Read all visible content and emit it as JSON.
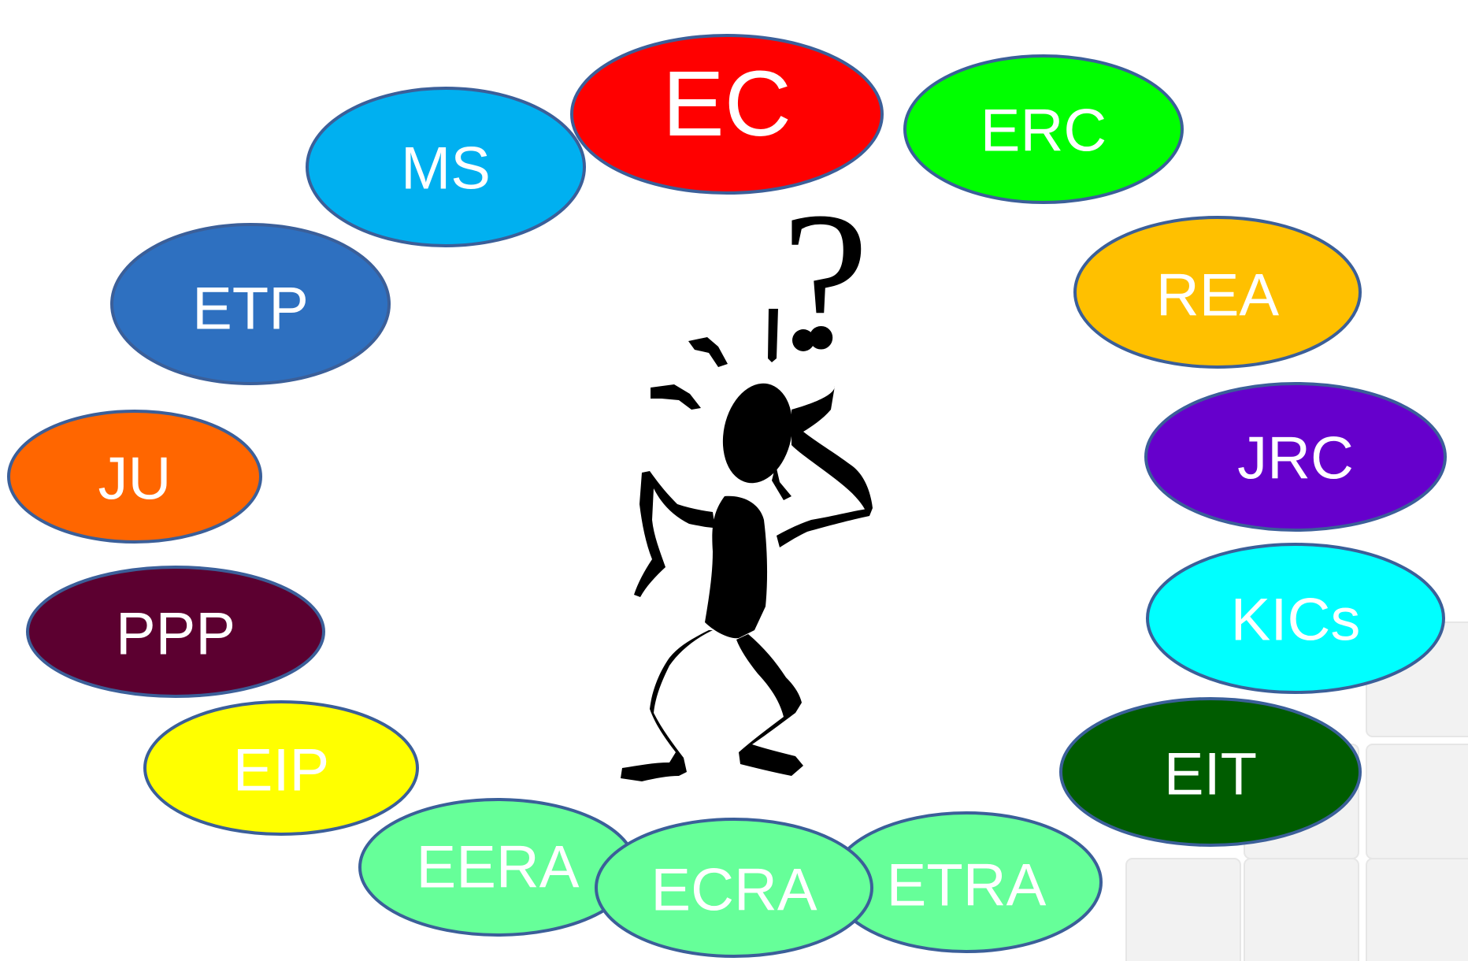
{
  "bubbles": [
    {
      "label": "EC",
      "color": "#ff0000"
    },
    {
      "label": "ERC",
      "color": "#00ff00"
    },
    {
      "label": "MS",
      "color": "#00b0f0"
    },
    {
      "label": "ETP",
      "color": "#2e70c0"
    },
    {
      "label": "REA",
      "color": "#ffc000"
    },
    {
      "label": "JRC",
      "color": "#6600cc"
    },
    {
      "label": "JU",
      "color": "#ff6600"
    },
    {
      "label": "PPP",
      "color": "#5c0030"
    },
    {
      "label": "KICs",
      "color": "#00ffff"
    },
    {
      "label": "EIP",
      "color": "#ffff00"
    },
    {
      "label": "EIT",
      "color": "#005c00"
    },
    {
      "label": "EERA",
      "color": "#66ff99"
    },
    {
      "label": "ETRA",
      "color": "#66ff99"
    },
    {
      "label": "ECRA",
      "color": "#66ff99"
    }
  ],
  "figure": {
    "icon": "confused-stick-figure-icon",
    "question_mark": "?"
  },
  "outline_color": "#3b5f99"
}
